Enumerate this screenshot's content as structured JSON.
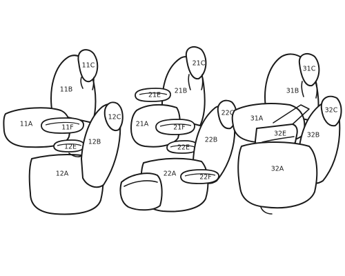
{
  "groups": [
    {
      "id": "row1",
      "labels": {
        "headrest_back": "11C",
        "backrest": "11B",
        "seat": "11A",
        "armrest_top": "11F",
        "armrest_low": "12E",
        "headrest_front": "12C",
        "backrest_front": "12B",
        "seat_front": "12A"
      }
    },
    {
      "id": "row2",
      "labels": {
        "headrest_back": "21C",
        "backrest": "21B",
        "side_armrest": "21E",
        "seat": "21A",
        "armrest_top": "21F",
        "armrest_low": "22E",
        "headrest_front": "22C",
        "backrest_front": "22B",
        "seat_front": "22A",
        "armrest_front": "22F"
      }
    },
    {
      "id": "row3",
      "labels": {
        "headrest_left": "31C",
        "backrest": "31B",
        "seat_back": "31A",
        "center_armrest": "32E",
        "headrest_right": "32C",
        "backrest_right": "32B",
        "seat": "32A"
      }
    }
  ]
}
